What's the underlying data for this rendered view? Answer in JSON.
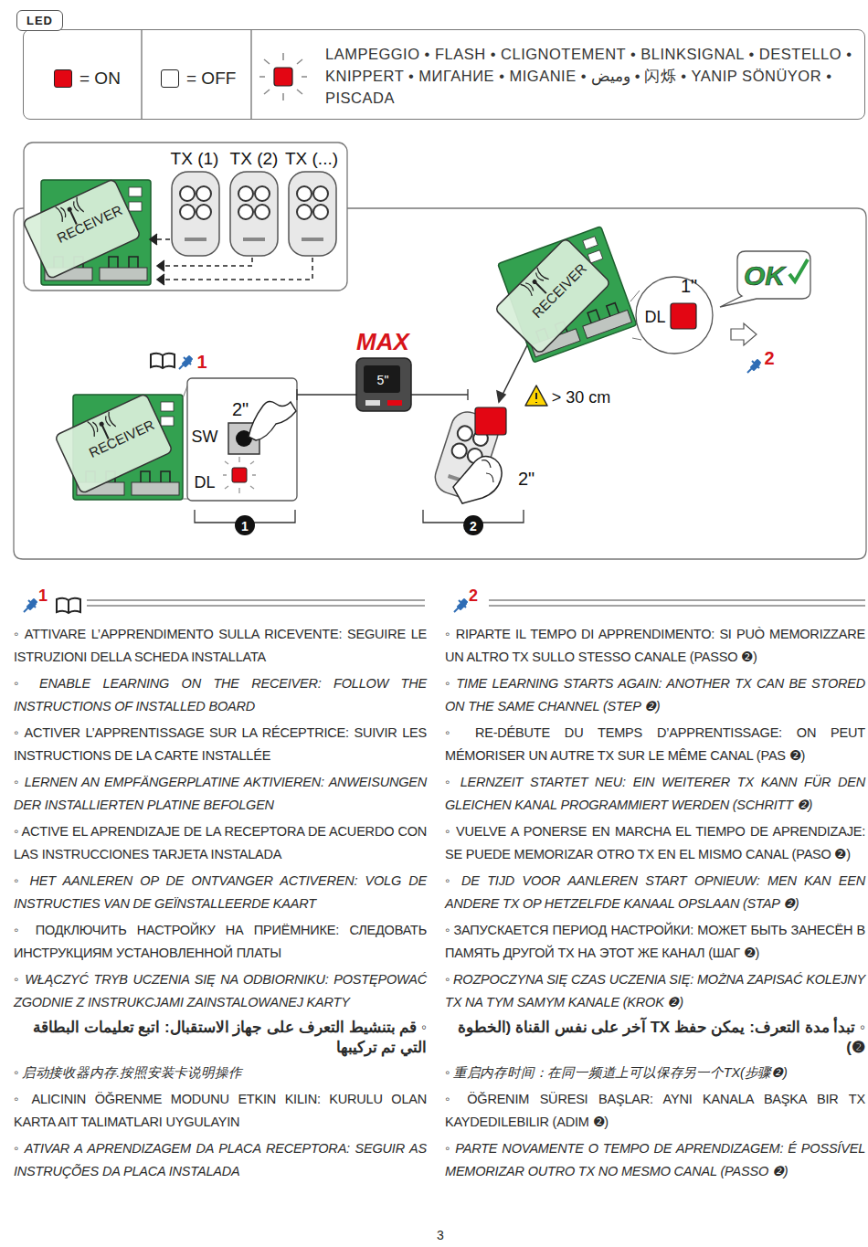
{
  "diagram": {
    "nodes": [
      {
        "text": [
          "LED"
        ]
      },
      {
        "text": [
          "OK"
        ]
      }
    ],
    "labels": [
      "TX (1)",
      "TX (2)",
      "TX (...)",
      "RECEIVER",
      "RECEIVER",
      "RECEIVER",
      "SW",
      "2\"",
      "DL",
      "1",
      "MAX",
      "5\"",
      "1\"",
      "DL",
      "2",
      "> 30 cm",
      "2\"",
      "1",
      "2",
      "1",
      "2",
      "◦ ATTIVARE L’APPRENDIMENTO SULLA RICEVENTE: SEGUIRE LE ISTRUZIONI DELLA SCHEDA INSTALLATA",
      "◦ ENABLE LEARNING ON THE RECEIVER: FOLLOW THE INSTRUCTIONS OF INSTALLED BOARD",
      "◦ ACTIVER L’APPRENTISSAGE SUR LA RÉCEPTRICE: SUIVIR LES INSTRUCTIONS DE LA CARTE INSTALLÉE",
      "◦ LERNEN AN EMPFÄNGERPLATINE AKTIVIEREN: ANWEISUNGEN DER INSTALLIERTEN PLATINE BEFOLGEN",
      "◦ ACTIVE EL APRENDIZAJE DE LA RECEPTORA DE ACUERDO CON LAS INSTRUCCIONES TARJETA INSTALADA",
      "◦ HET AANLEREN OP DE ONTVANGER ACTIVEREN: VOLG DE INSTRUCTIES VAN DE GEÏNSTALLEERDE KAART",
      "◦ ПОДКЛЮЧИТЬ НАСТРОЙКУ НА ПРИЁМНИКЕ: СЛЕДОВАТЬ ИНСТРУКЦИЯМ УСТАНОВЛЕННОЙ ПЛАТЫ",
      "◦ WŁĄCZYĆ TRYB UCZENIA SIĘ NA ODBIORNIKU: POSTĘPOWAĆ ZGODNIE Z INSTRUKCJAMI ZAINSTALOWANEJ KARTY",
      "◦ قم بتنشيط التعرف على جهاز الاستقبال: اتبع تعليمات البطاقة التي تم تركيبها",
      "◦ 启动接收器内存.按照安装卡说明操作",
      "◦ ALICININ ÖĞRENME MODUNU ETKIN KILIN: KURULU OLAN KARTA AIT TALIMATLARI UYGULAYIN",
      "◦ ATIVAR A APRENDIZAGEM DA PLACA RECEPTORA: SEGUIR AS INSTRUÇÕES DA PLACA INSTALADA",
      "◦ RIPARTE IL TEMPO DI APPRENDIMENTO: SI PUÒ MEMORIZZARE UN ALTRO TX SULLO STESSO CANALE (PASSO ❷)",
      "◦ TIME LEARNING STARTS AGAIN: ANOTHER TX CAN BE STORED ON THE SAME CHANNEL (STEP ❷)",
      "◦ RE-DÉBUTE DU TEMPS D’APPRENTISSAGE: ON PEUT MÉMORISER UN AUTRE TX SUR LE MÊME CANAL (PAS ❷)",
      "◦ LERNZEIT STARTET NEU: EIN WEITERER TX KANN FÜR DEN GLEICHEN KANAL PROGRAMMIERT WERDEN (SCHRITT ❷)",
      "◦ VUELVE A PONERSE EN MARCHA EL TIEMPO DE APRENDIZAJE: SE PUEDE MEMORIZAR OTRO TX EN EL MISMO CANAL (PASO ❷)",
      "◦ DE TIJD VOOR AANLEREN START OPNIEUW: MEN KAN EEN ANDERE TX OP HETZELFDE KANAAL OPSLAAN (STAP ❷)",
      "◦ ЗАПУСКАЕТСЯ ПЕРИОД НАСТРОЙКИ: МОЖЕТ БЫТЬ ЗАНЕСЁН В ПАМЯТЬ ДРУГОЙ TX НА ЭТОТ ЖЕ КАНАЛ (ШАГ ❷)",
      "◦ ROZPOCZYNA SIĘ CZAS UCZENIA SIĘ: MOŻNA ZAPISAĆ KOLEJNY TX NA TYM SAMYM KANALE (KROK ❷)",
      "◦ تبدأ مدة التعرف: يمكن حفظ TX آخر على نفس القناة (الخطوة ❷)",
      "◦ 重启内存时间：在同一频道上可以保存另一个TX(步骤❷)",
      "◦ ÖĞRENIM SÜRESI BAŞLAR: AYNI KANALA BAŞKA BIR TX KAYDEDILEBILIR (ADIM ❷)",
      "◦ PARTE NOVAMENTE O TEMPO DE APRENDIZAGEM: É POSSÍVEL MEMORIZAR OUTRO TX NO MESMO CANAL (PASSO ❷)",
      "3"
    ],
    "legend": [
      {
        "text": "= ON",
        "color": "#e30613"
      },
      {
        "text": "= OFF",
        "color": "#ffffff"
      },
      {
        "text": "LAMPEGGIO • FLASH • CLIGNOTEMENT • BLINKSIGNAL • DESTELLO • KNIPPERT • МИГАНИЕ • MIGANIE • وميض • 闪烁 • YANIP SÖNÜYOR • PISCADA"
      }
    ]
  }
}
